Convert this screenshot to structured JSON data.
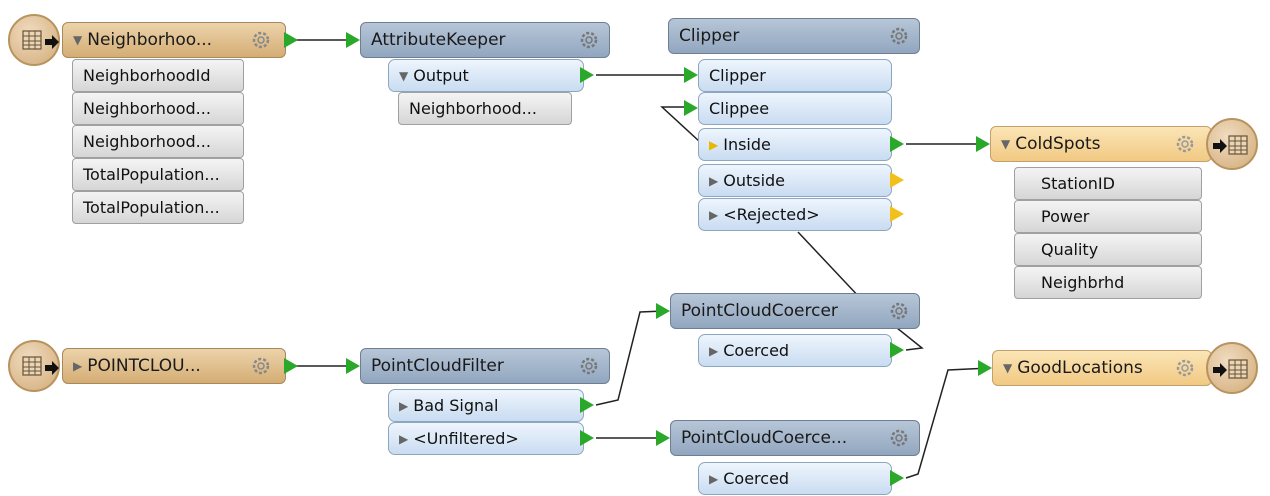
{
  "canvas": {
    "readers": [
      {
        "name": "Neighborhoo...",
        "attributes": [
          "NeighborhoodId",
          "Neighborhood...",
          "Neighborhood...",
          "TotalPopulation...",
          "TotalPopulation..."
        ]
      },
      {
        "name": "POINTCLOU...",
        "attributes": []
      }
    ],
    "transformers": {
      "attribute_keeper": {
        "name": "AttributeKeeper",
        "ports": [
          "Output"
        ],
        "attributes": [
          "Neighborhood..."
        ]
      },
      "clipper": {
        "name": "Clipper",
        "inputs": [
          "Clipper",
          "Clippee"
        ],
        "outputs": [
          "Inside",
          "Outside",
          "<Rejected>"
        ]
      },
      "pc_filter": {
        "name": "PointCloudFilter",
        "outputs": [
          "Bad Signal",
          "<Unfiltered>"
        ]
      },
      "pc_coercer_1": {
        "name": "PointCloudCoercer",
        "outputs": [
          "Coerced"
        ]
      },
      "pc_coercer_2": {
        "name": "PointCloudCoerce...",
        "outputs": [
          "Coerced"
        ]
      }
    },
    "writers": [
      {
        "name": "ColdSpots",
        "attributes": [
          "StationID",
          "Power",
          "Quality",
          "Neighbrhd"
        ]
      },
      {
        "name": "GoodLocations",
        "attributes": []
      }
    ]
  },
  "colors": {
    "transformer_header": "#9fb2c9",
    "port_fill": "#dbe8f6",
    "reader_header": "#e2c292",
    "writer_header": "#f6d79e",
    "connector_green": "#2aa82a",
    "connector_yellow": "#f2c01a",
    "wire": "#222222"
  }
}
